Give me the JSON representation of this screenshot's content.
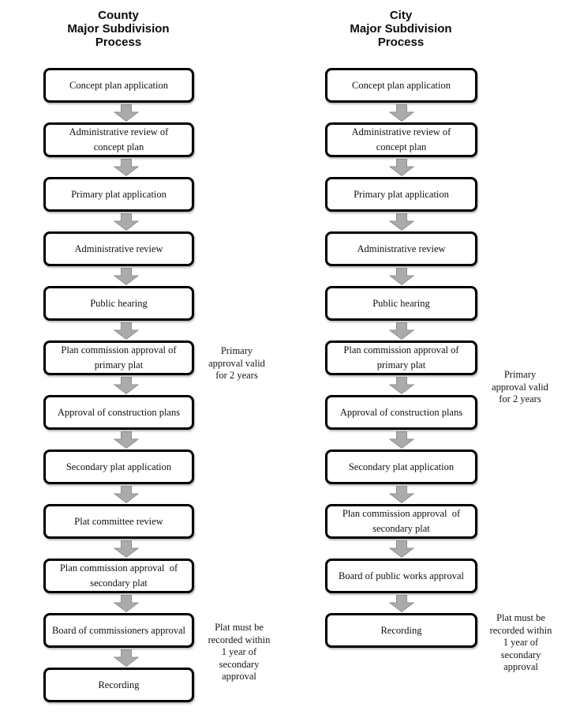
{
  "diagram": {
    "colors": {
      "box_border": "#000000",
      "box_fill": "#ffffff",
      "arrow_fill": "#ababab",
      "arrow_stroke": "#8f8f8f",
      "text": "#111111"
    },
    "columns": [
      {
        "id": "county",
        "title_lines": [
          "County",
          "Major Subdivision",
          "Process"
        ],
        "boxes": [
          {
            "lines": [
              "Concept plan application"
            ]
          },
          {
            "lines": [
              "Administrative review of",
              "concept plan"
            ]
          },
          {
            "lines": [
              "Primary plat application"
            ]
          },
          {
            "lines": [
              "Administrative review"
            ]
          },
          {
            "lines": [
              "Public hearing"
            ]
          },
          {
            "lines": [
              "Plan commission approval of",
              "primary plat"
            ]
          },
          {
            "lines": [
              "Approval of construction plans"
            ]
          },
          {
            "lines": [
              "Secondary plat application"
            ]
          },
          {
            "lines": [
              "Plat committee review"
            ]
          },
          {
            "lines": [
              "Plan commission approval  of",
              "secondary plat"
            ]
          },
          {
            "lines": [
              "Board of commissioners approval"
            ]
          },
          {
            "lines": [
              "Recording"
            ]
          }
        ],
        "notes": [
          {
            "lines": [
              "Primary",
              "approval valid",
              "for 2 years"
            ]
          },
          {
            "lines": [
              "Plat must be",
              "recorded within",
              "1 year of",
              "secondary",
              "approval"
            ]
          }
        ]
      },
      {
        "id": "city",
        "title_lines": [
          "City",
          "Major Subdivision",
          "Process"
        ],
        "boxes": [
          {
            "lines": [
              "Concept plan application"
            ]
          },
          {
            "lines": [
              "Administrative review of",
              "concept plan"
            ]
          },
          {
            "lines": [
              "Primary plat application"
            ]
          },
          {
            "lines": [
              "Administrative review"
            ]
          },
          {
            "lines": [
              "Public hearing"
            ]
          },
          {
            "lines": [
              "Plan commission approval of",
              "primary plat"
            ]
          },
          {
            "lines": [
              "Approval of construction plans"
            ]
          },
          {
            "lines": [
              "Secondary plat application"
            ]
          },
          {
            "lines": [
              "Plan commission approval  of",
              "secondary plat"
            ]
          },
          {
            "lines": [
              "Board of public works approval"
            ]
          },
          {
            "lines": [
              "Recording"
            ]
          }
        ],
        "notes": [
          {
            "lines": [
              "Primary",
              "approval valid",
              "for 2 years"
            ]
          },
          {
            "lines": [
              "Plat must be",
              "recorded within",
              "1 year of",
              "secondary",
              "approval"
            ]
          }
        ]
      }
    ]
  }
}
